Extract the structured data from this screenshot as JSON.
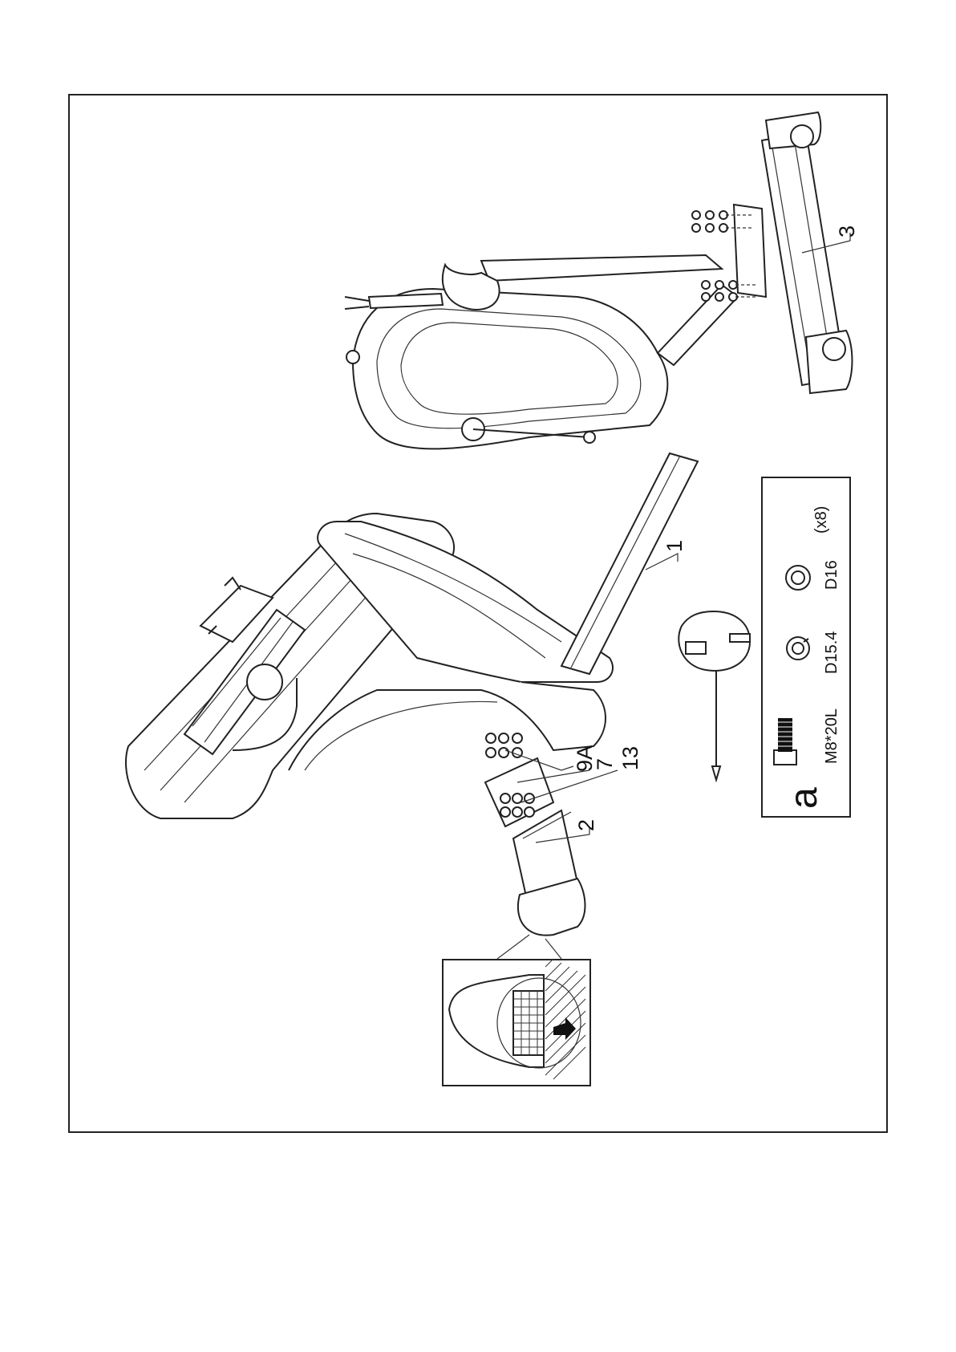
{
  "callouts": {
    "frame": "1",
    "front_stabilizer": "2",
    "rear_stabilizer": "3",
    "bolt": "9A",
    "spring_washer": "7",
    "flat_washer": "13"
  },
  "hardware": {
    "letter": "a",
    "bolt_spec": "M8*20L",
    "spring_washer_spec": "D15.4",
    "flat_washer_spec": "D16",
    "quantity": "(x8)"
  }
}
